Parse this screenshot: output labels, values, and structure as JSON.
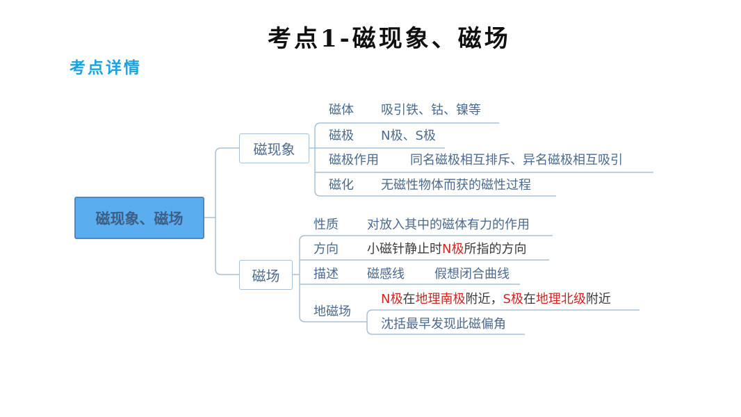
{
  "title": "考点1-磁现象、磁场",
  "subtitle": "考点详情",
  "colors": {
    "root_fill": "#5aaeef",
    "line": "#a9bfd3",
    "text": "#4b6a8c",
    "highlight": "#d42424",
    "subtitle": "#1aa3e0"
  },
  "mindmap": {
    "root": "磁现象、磁场",
    "branch1": {
      "label": "磁现象",
      "items": [
        {
          "key": "磁体",
          "value": "吸引铁、钴、镍等"
        },
        {
          "key": "磁极",
          "value": "N极、S极"
        },
        {
          "key": "磁极作用",
          "value": "同名磁极相互排斥、异名磁极相互吸引"
        },
        {
          "key": "磁化",
          "value": "无磁性物体而获的磁性过程"
        }
      ]
    },
    "branch2": {
      "label": "磁场",
      "items": [
        {
          "key": "性质",
          "value": "对放入其中的磁体有力的作用"
        },
        {
          "key": "方向",
          "value_parts": [
            "小磁针静止时",
            "N极",
            "所指的方向"
          ]
        },
        {
          "key": "描述",
          "value": "磁感线",
          "extra": "假想闭合曲线"
        },
        {
          "key": "地磁场",
          "sub1_parts": [
            "N极",
            "在",
            "地理南极",
            "附近，",
            "S极",
            "在",
            "地理北级",
            "附近"
          ],
          "sub2": "沈括最早发现此磁偏角"
        }
      ]
    }
  }
}
